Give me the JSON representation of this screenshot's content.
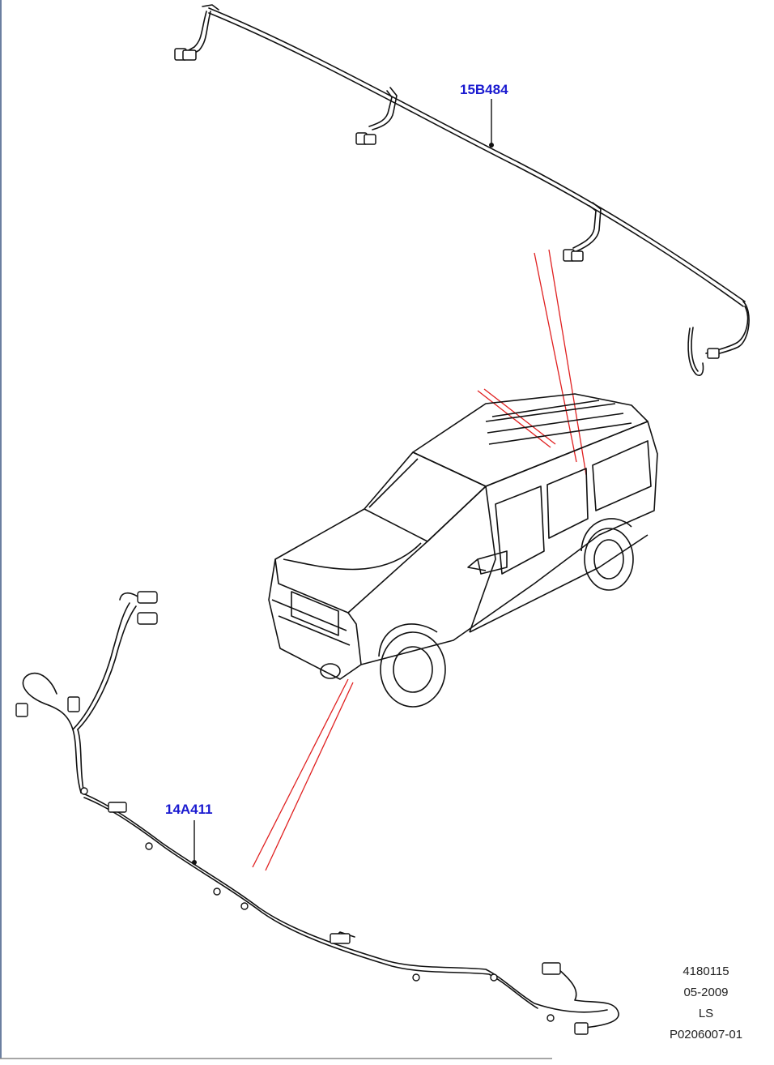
{
  "callouts": {
    "upper": "15B484",
    "lower": "14A411"
  },
  "reference": {
    "line1": "4180115",
    "line2": "05-2009",
    "line3": "LS",
    "line4": "P0206007-01"
  },
  "colors": {
    "callout": "#1a1ad0",
    "leader_red": "#e02020",
    "line": "#111111",
    "border": "#6b7fa0"
  }
}
